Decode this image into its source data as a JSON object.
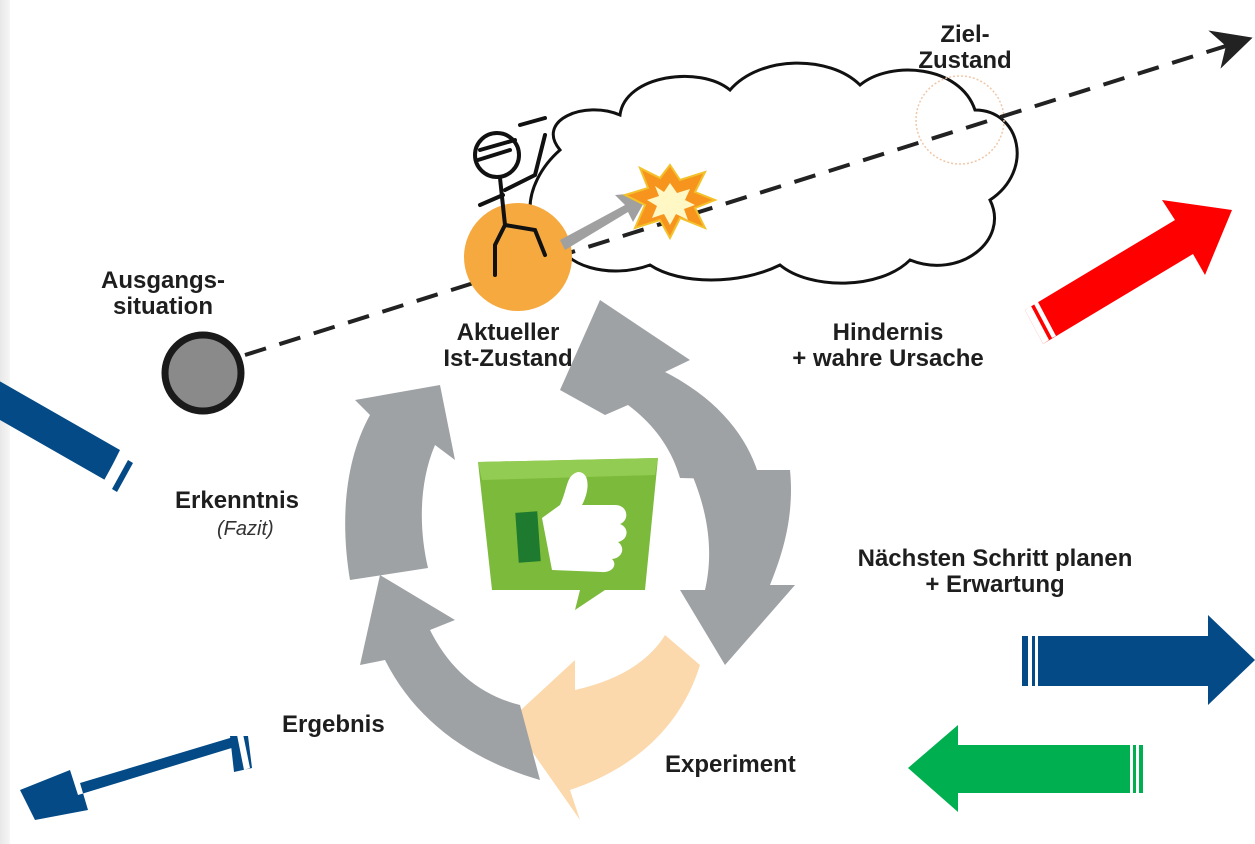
{
  "labels": {
    "goal_state_line1": "Ziel-",
    "goal_state_line2": "Zustand",
    "initial_situation_line1": "Ausgangs-",
    "initial_situation_line2": "situation",
    "current_state_line1": "Aktueller",
    "current_state_line2": "Ist-Zustand",
    "obstacle_line1": "Hindernis",
    "obstacle_line2": "+ wahre Ursache",
    "insight": "Erkenntnis",
    "insight_note": "(Fazit)",
    "next_step_line1": "Nächsten Schritt planen",
    "next_step_line2": "+ Erwartung",
    "result": "Ergebnis",
    "experiment": "Experiment"
  },
  "colors": {
    "cycle_arrow_gray": "#9ea2a5",
    "experiment_arrow_peach": "#fbd9ac",
    "current_state_orange": "#f5a93f",
    "thumbs_up_green": "#7cba3c",
    "arrow_red": "#ff0000",
    "arrow_blue": "#034a86",
    "arrow_green": "#00af50"
  },
  "icons": [
    "thumbs-up-icon",
    "climber-figure-icon",
    "starburst-icon",
    "cloud-icon"
  ]
}
